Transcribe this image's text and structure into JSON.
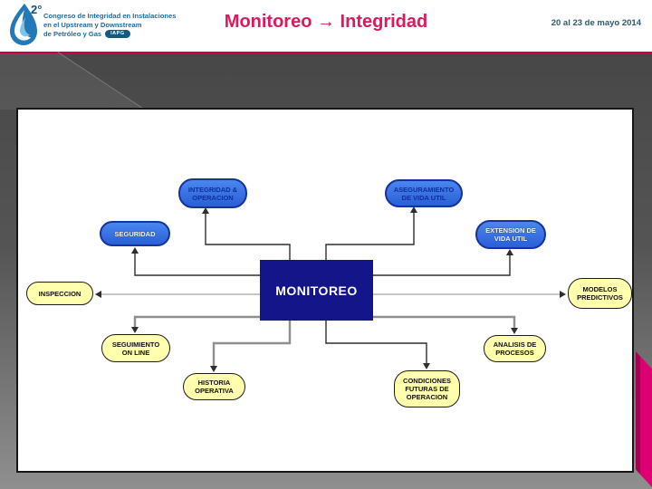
{
  "header": {
    "logo": {
      "edition": "2°",
      "line1": "Congreso de Integridad en Instalaciones",
      "line2": "en el Upstream y Downstream",
      "line3": "de Petróleo y Gas",
      "badge": "IAPG"
    },
    "title": "Monitoreo → Integridad",
    "date": "20 al 23 de mayo 2014"
  },
  "diagram": {
    "center": {
      "label": "MONITOREO"
    },
    "nodes": [
      {
        "id": "integridad-operacion",
        "label": "INTEGRIDAD &\nOPERACION",
        "type": "blue"
      },
      {
        "id": "aseguramiento-vida-util",
        "label": "ASEGURAMIENTO\nDE VIDA UTIL",
        "type": "blue"
      },
      {
        "id": "seguridad",
        "label": "SEGURIDAD",
        "type": "blue"
      },
      {
        "id": "extension-vida-util",
        "label": "EXTENSION DE\nVIDA UTIL",
        "type": "blue"
      },
      {
        "id": "inspeccion",
        "label": "INSPECCION",
        "type": "yellow"
      },
      {
        "id": "modelos-predictivos",
        "label": "MODELOS\nPREDICTIVOS",
        "type": "yellow"
      },
      {
        "id": "seguimiento-on-line",
        "label": "SEGUIMIENTO\nON LINE",
        "type": "yellow"
      },
      {
        "id": "analisis-de-procesos",
        "label": "ANALISIS DE\nPROCESOS",
        "type": "yellow"
      },
      {
        "id": "historia-operativa",
        "label": "HISTORIA\nOPERATIVA",
        "type": "yellow"
      },
      {
        "id": "condiciones-futuras",
        "label": "CONDICIONES\nFUTURAS DE\nOPERACION",
        "type": "yellow"
      }
    ]
  },
  "colors": {
    "title_crimson": "#dc1a5b",
    "accent_line": "#c2004d",
    "date_teal": "#2d5a6e",
    "logo_blue": "#1a6ca6",
    "blue_pill": "#2e6be0",
    "blue_pill_border": "#16329b",
    "yellow_pill": "#ffffad",
    "center_navy": "#15158a",
    "ribbon_pink": "#dd0070",
    "body_gray_top": "#474747",
    "body_gray_bottom": "#8f8f8f"
  }
}
